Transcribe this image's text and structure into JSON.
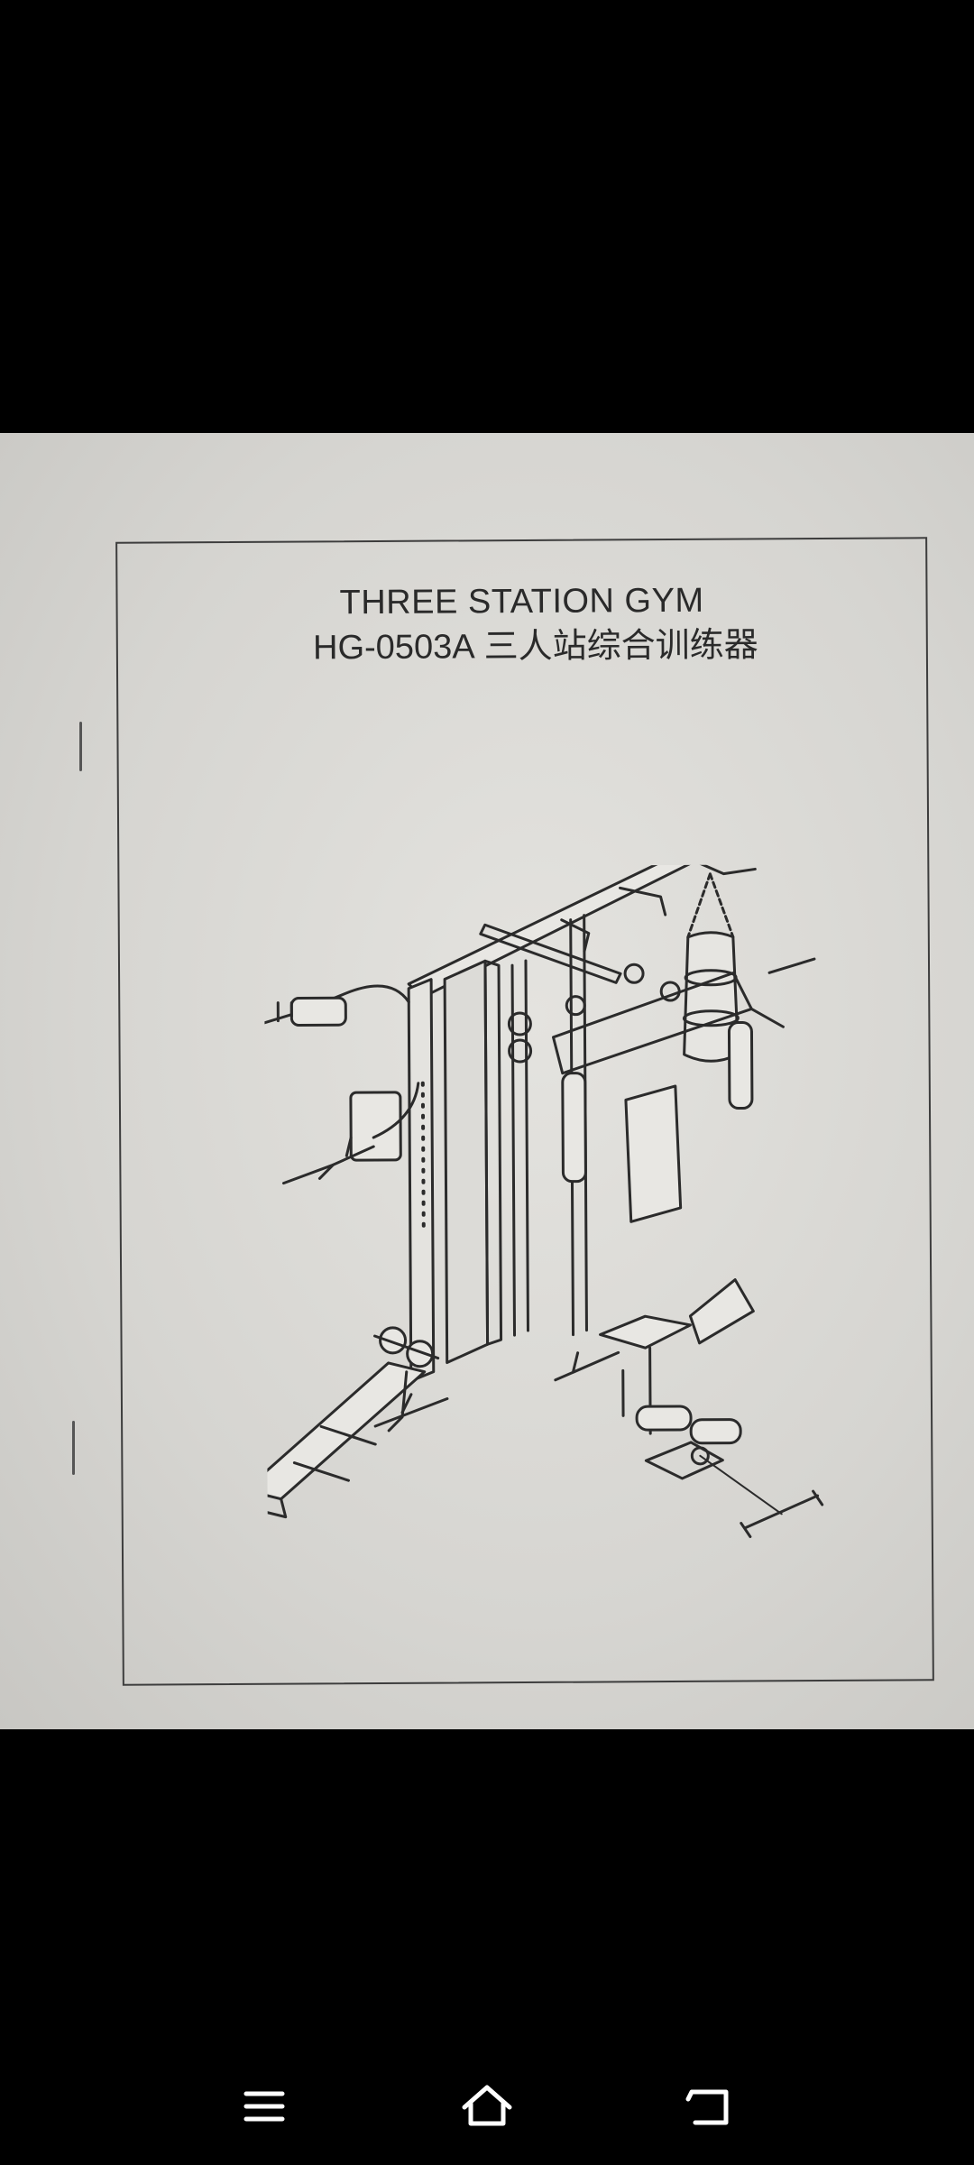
{
  "document": {
    "title_line1": "THREE STATION GYM",
    "model": "HG-0503A",
    "title_cn": "三人站综合训练器"
  },
  "navbar": {
    "menu_icon": "menu-icon",
    "home_icon": "home-icon",
    "back_icon": "back-icon"
  }
}
